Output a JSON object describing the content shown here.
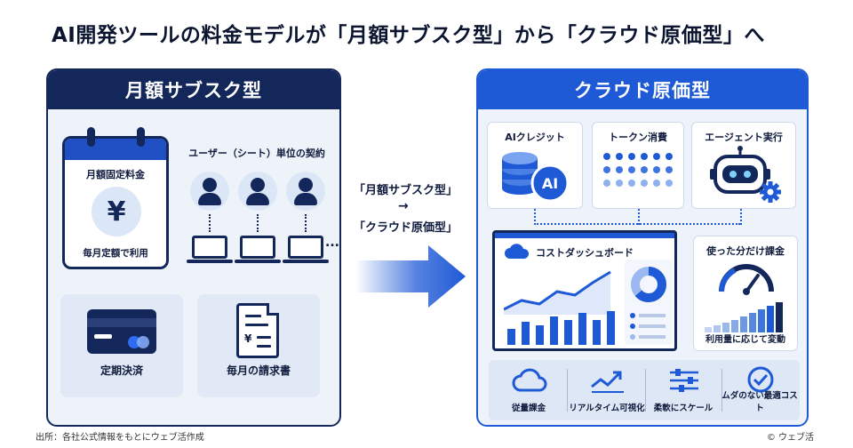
{
  "title": "AI開発ツールの料金モデルが「月額サブスク型」から「クラウド原価型」へ",
  "left": {
    "header": "月額サブスク型",
    "calendar_label": "月額固定料金",
    "calendar_symbol": "¥",
    "calendar_sub": "毎月定額で利用",
    "seat_label": "ユーザー（シート）単位の契約",
    "ellipsis": "...",
    "card1_label": "定期決済",
    "card2_label": "毎月の請求書",
    "doc_symbol": "¥"
  },
  "middle": {
    "from": "「月額サブスク型」",
    "arrow": "→",
    "to": "「クラウド原価型」"
  },
  "right": {
    "header": "クラウド原価型",
    "box1_label": "AIクレジット",
    "box1_badge": "AI",
    "box2_label": "トークン消費",
    "box3_label": "エージェント実行",
    "dashboard_label": "コストダッシュボード",
    "meter_label": "使った分だけ課金",
    "meter_sub": "利用量に応じて変動",
    "features": [
      "従量課金",
      "リアルタイム可視化",
      "柔軟にスケール",
      "ムダのない最適コスト"
    ]
  },
  "footer": {
    "source": "出所：各社公式情報をもとにウェブ活作成",
    "copyright": "© ウェブ活"
  },
  "colors": {
    "navy": "#13275a",
    "blue": "#1f5ad6",
    "light_blue": "#9bb8f0"
  }
}
